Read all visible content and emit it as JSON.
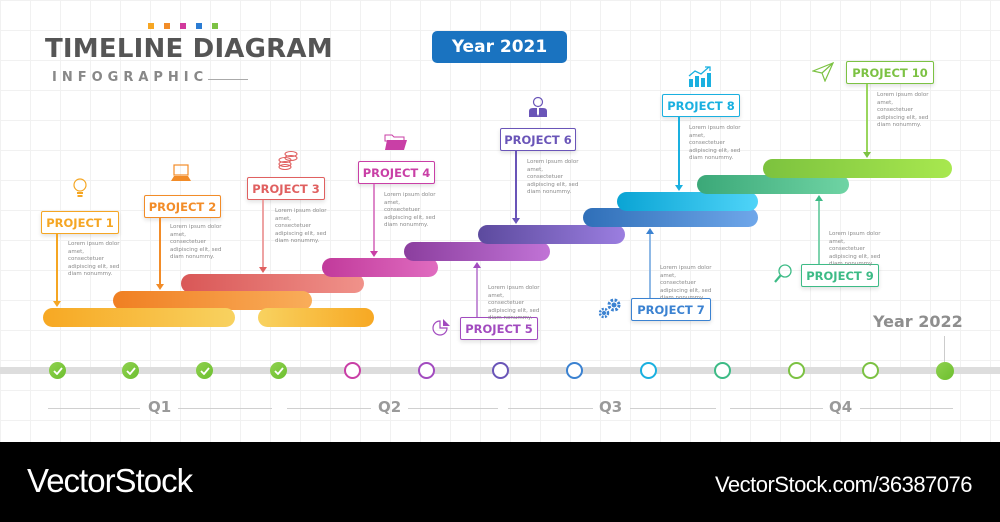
{
  "header": {
    "title": "TIMELINE DIAGRAM",
    "subtitle": "INFOGRAPHIC",
    "year_badge": "Year 2021",
    "accent_squares": [
      "#f6a623",
      "#f28c28",
      "#d1399c",
      "#2b7cd3",
      "#7cc243"
    ]
  },
  "year_end_label": "Year 2022",
  "description_text": "Lorem ipsum dolor amet, consectetuer adipiscing elit, sed diam nonummy.",
  "projects": [
    {
      "label": "PROJECT 1",
      "icon": "lightbulb-icon",
      "color": "#f5a623"
    },
    {
      "label": "PROJECT 2",
      "icon": "laptop-icon",
      "color": "#f28c28"
    },
    {
      "label": "PROJECT 3",
      "icon": "coins-icon",
      "color": "#e06060"
    },
    {
      "label": "PROJECT 4",
      "icon": "folder-icon",
      "color": "#c93fa6"
    },
    {
      "label": "PROJECT 5",
      "icon": "pie-chart-icon",
      "color": "#a24bbf"
    },
    {
      "label": "PROJECT 6",
      "icon": "user-icon",
      "color": "#6a55b8"
    },
    {
      "label": "PROJECT 7",
      "icon": "gears-icon",
      "color": "#3b82d1"
    },
    {
      "label": "PROJECT 8",
      "icon": "growth-chart-icon",
      "color": "#1ab0e0"
    },
    {
      "label": "PROJECT 9",
      "icon": "magnifier-icon",
      "color": "#3dbb86"
    },
    {
      "label": "PROJECT 10",
      "icon": "paper-plane-icon",
      "color": "#7cc243"
    }
  ],
  "quarters": [
    "Q1",
    "Q2",
    "Q3",
    "Q4"
  ],
  "milestones": [
    {
      "state": "done"
    },
    {
      "state": "done"
    },
    {
      "state": "done"
    },
    {
      "state": "done"
    },
    {
      "state": "open",
      "color": "#c93fa6"
    },
    {
      "state": "open",
      "color": "#a24bbf"
    },
    {
      "state": "open",
      "color": "#6a55b8"
    },
    {
      "state": "open",
      "color": "#3b82d1"
    },
    {
      "state": "open",
      "color": "#1ab0e0"
    },
    {
      "state": "open",
      "color": "#3dbb86"
    },
    {
      "state": "open",
      "color": "#7cc243"
    },
    {
      "state": "open",
      "color": "#7cc243"
    },
    {
      "state": "end"
    }
  ],
  "footer": {
    "brand": "VectorStock",
    "link": "VectorStock.com/36387076"
  }
}
